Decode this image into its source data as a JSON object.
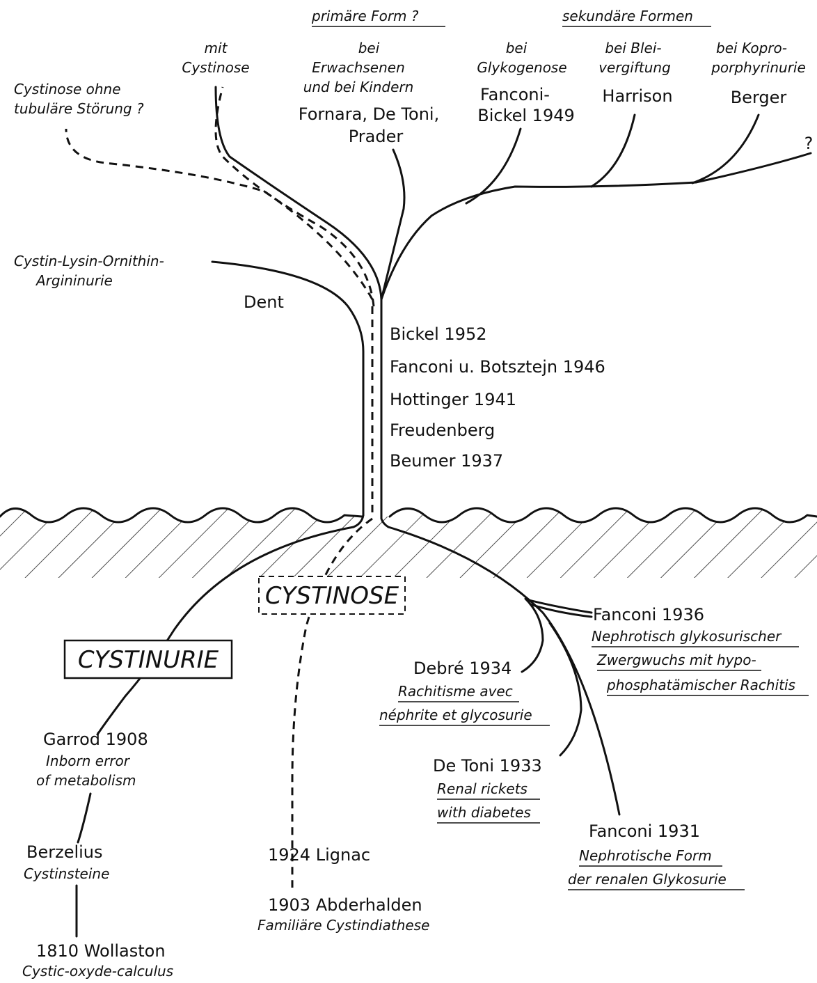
{
  "branches": {
    "primary_header": "primäre Form ?",
    "secondary_header": "sekundäre Formen",
    "without_tubular": [
      "Cystinose ohne",
      "tubuläre Störung ?"
    ],
    "with_cystinosis": [
      "mit",
      "Cystinose"
    ],
    "adults_children": {
      "lines": [
        "bei",
        "Erwachsenen",
        "und bei Kindern"
      ],
      "authors": [
        "Fornara, De Toni,",
        "Prader"
      ]
    },
    "glycogenosis": {
      "lines": [
        "bei",
        "Glykogenose"
      ],
      "authors": [
        "Fanconi-",
        "Bickel 1949"
      ]
    },
    "lead_poisoning": {
      "lines": [
        "bei Blei-",
        "vergiftung"
      ],
      "author": "Harrison"
    },
    "coproporphyrinuria": {
      "lines": [
        "bei Kopro-",
        "porphyrinurie"
      ],
      "author": "Berger"
    },
    "unknown_tip": "?"
  },
  "dent_branch": {
    "lines": [
      "Cystin-Lysin-Ornithin-",
      "Argininurie"
    ],
    "author": "Dent"
  },
  "trunk_labels": [
    "Bickel 1952",
    "Fanconi u. Botsztejn 1946",
    "Hottinger 1941",
    "Freudenberg",
    "Beumer 1937"
  ],
  "boxes": {
    "cystinose": "CYSTINOSE",
    "cystinurie": "CYSTINURIE"
  },
  "left_root": [
    {
      "author": "Garrod 1908",
      "lines": [
        "Inborn error",
        "of metabolism"
      ]
    },
    {
      "author": "Berzelius",
      "lines": [
        "Cystinsteine"
      ]
    },
    {
      "author": "1810 Wollaston",
      "lines": [
        "Cystic-oxyde-calculus"
      ]
    }
  ],
  "middle_root": [
    {
      "author": "1924 Lignac",
      "lines": []
    },
    {
      "author": "1903 Abderhalden",
      "lines": [
        "Familiäre Cystindiathese"
      ]
    }
  ],
  "right_root": [
    {
      "author": "Fanconi 1936",
      "lines": [
        "Nephrotisch glykosurischer",
        "Zwergwuchs mit hypo-",
        "phosphatämischer Rachitis"
      ]
    },
    {
      "author": "Debré 1934",
      "lines": [
        "Rachitisme avec",
        "néphrite et glycosurie"
      ]
    },
    {
      "author": "De Toni 1933",
      "lines": [
        "Renal rickets",
        "with diabetes"
      ]
    },
    {
      "author": "Fanconi 1931",
      "lines": [
        "Nephrotische Form",
        "der renalen Glykosurie"
      ]
    }
  ]
}
